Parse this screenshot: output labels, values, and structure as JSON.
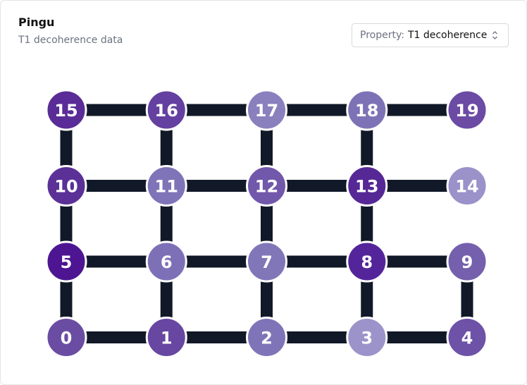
{
  "header": {
    "title": "Pingu",
    "subtitle": "T1 decoherence data"
  },
  "property_select": {
    "label": "Property:",
    "value": "T1 decoherence"
  },
  "colors": {
    "edge": "#111827",
    "node_stroke": "#ffffff"
  },
  "qubits": [
    {
      "id": "0",
      "row": 3,
      "col": 0,
      "color": "#6a4da3"
    },
    {
      "id": "1",
      "row": 3,
      "col": 1,
      "color": "#6747a1"
    },
    {
      "id": "2",
      "row": 3,
      "col": 2,
      "color": "#7f74b8"
    },
    {
      "id": "3",
      "row": 3,
      "col": 3,
      "color": "#9b93c9"
    },
    {
      "id": "4",
      "row": 3,
      "col": 4,
      "color": "#6d52a7"
    },
    {
      "id": "5",
      "row": 2,
      "col": 0,
      "color": "#4d1591"
    },
    {
      "id": "6",
      "row": 2,
      "col": 1,
      "color": "#7e70b7"
    },
    {
      "id": "7",
      "row": 2,
      "col": 2,
      "color": "#8076b8"
    },
    {
      "id": "8",
      "row": 2,
      "col": 3,
      "color": "#54259a"
    },
    {
      "id": "9",
      "row": 2,
      "col": 4,
      "color": "#7460ad"
    },
    {
      "id": "10",
      "row": 1,
      "col": 0,
      "color": "#5b3097"
    },
    {
      "id": "11",
      "row": 1,
      "col": 1,
      "color": "#7f74b8"
    },
    {
      "id": "12",
      "row": 1,
      "col": 2,
      "color": "#7158ab"
    },
    {
      "id": "13",
      "row": 1,
      "col": 3,
      "color": "#562896"
    },
    {
      "id": "14",
      "row": 1,
      "col": 4,
      "color": "#9a92c9"
    },
    {
      "id": "15",
      "row": 0,
      "col": 0,
      "color": "#5a2c97"
    },
    {
      "id": "16",
      "row": 0,
      "col": 1,
      "color": "#6440a0"
    },
    {
      "id": "17",
      "row": 0,
      "col": 2,
      "color": "#8a80bd"
    },
    {
      "id": "18",
      "row": 0,
      "col": 3,
      "color": "#7e72b6"
    },
    {
      "id": "19",
      "row": 0,
      "col": 4,
      "color": "#6b4ba4"
    }
  ],
  "couplers": [
    [
      "15",
      "16"
    ],
    [
      "16",
      "17"
    ],
    [
      "17",
      "18"
    ],
    [
      "18",
      "19"
    ],
    [
      "10",
      "11"
    ],
    [
      "11",
      "12"
    ],
    [
      "12",
      "13"
    ],
    [
      "13",
      "14"
    ],
    [
      "5",
      "6"
    ],
    [
      "6",
      "7"
    ],
    [
      "7",
      "8"
    ],
    [
      "8",
      "9"
    ],
    [
      "0",
      "1"
    ],
    [
      "1",
      "2"
    ],
    [
      "2",
      "3"
    ],
    [
      "3",
      "4"
    ],
    [
      "15",
      "10"
    ],
    [
      "10",
      "5"
    ],
    [
      "5",
      "0"
    ],
    [
      "16",
      "11"
    ],
    [
      "11",
      "6"
    ],
    [
      "6",
      "1"
    ],
    [
      "17",
      "12"
    ],
    [
      "12",
      "7"
    ],
    [
      "7",
      "2"
    ],
    [
      "18",
      "13"
    ],
    [
      "13",
      "8"
    ],
    [
      "8",
      "3"
    ],
    [
      "9",
      "4"
    ]
  ]
}
